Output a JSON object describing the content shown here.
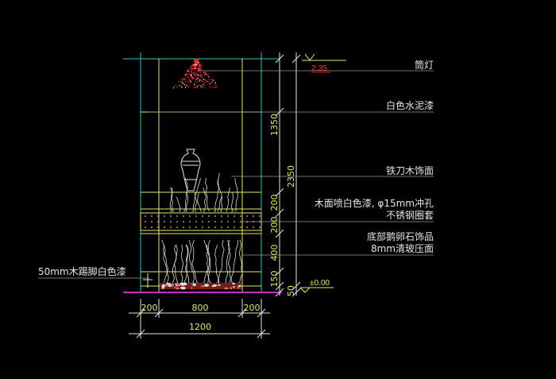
{
  "drawing": {
    "background": "#000000",
    "colors": {
      "frame": "#e8e85a",
      "cyan": "#35c6c6",
      "white": "#e6e6e6",
      "lamp": "#ff2020",
      "floor": "#c02ec0",
      "stems": "#d8d8d8"
    }
  },
  "annotations": {
    "level_top": "2.35",
    "level_floor": "±0.00",
    "lamp": "筒灯",
    "upper_wall": "白色水泥漆",
    "shelf_face": "铁刀木饰面",
    "shelf_paint_1": "木面喷白色漆, φ15mm冲孔",
    "shelf_paint_2": "不锈钢圈套",
    "pebbles_1": "底部鹅卵石饰品",
    "pebbles_2": "8mm清玻压面",
    "kick": "50mm木踢脚白色漆"
  },
  "dimensions": {
    "vertical_inner": [
      "1350",
      "200",
      "200",
      "400",
      "150"
    ],
    "vertical_total": "2350",
    "floor_offset": "50",
    "horizontal_parts": [
      "200",
      "800",
      "200"
    ],
    "horizontal_total": "1200"
  }
}
